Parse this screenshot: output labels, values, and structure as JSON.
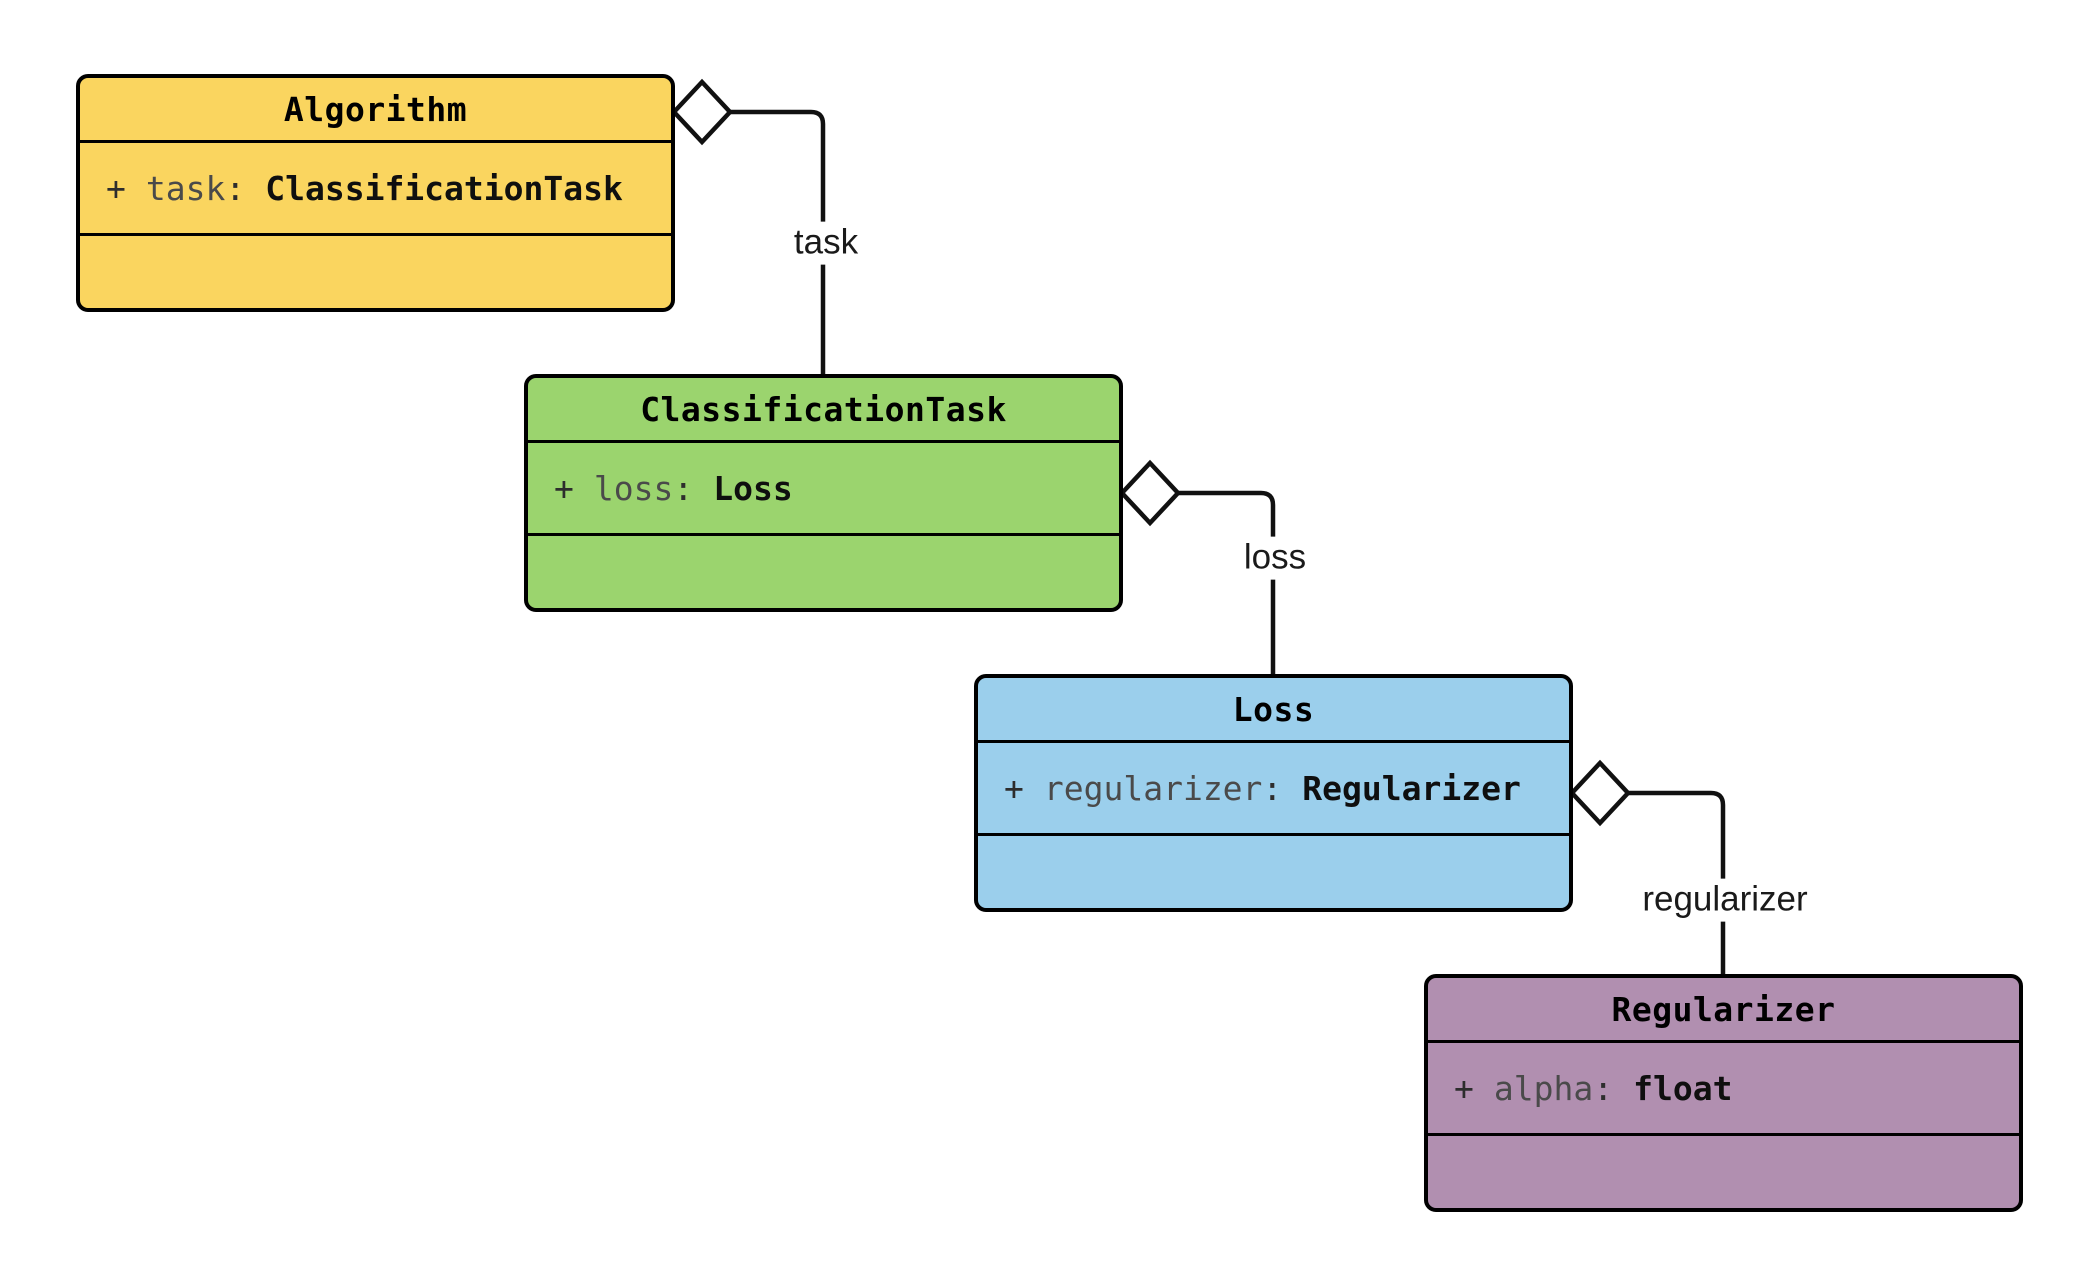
{
  "diagram": {
    "type": "uml-class-diagram",
    "attr_colon": ":",
    "classes": [
      {
        "name": "Algorithm",
        "fill": "#FAD55F",
        "attribute": {
          "visibility": "+",
          "name": "task",
          "type": "ClassificationTask"
        }
      },
      {
        "name": "ClassificationTask",
        "fill": "#9BD46E",
        "attribute": {
          "visibility": "+",
          "name": "loss",
          "type": "Loss"
        }
      },
      {
        "name": "Loss",
        "fill": "#9BCFEC",
        "attribute": {
          "visibility": "+",
          "name": "regularizer",
          "type": "Regularizer"
        }
      },
      {
        "name": "Regularizer",
        "fill": "#B18FB0",
        "attribute": {
          "visibility": "+",
          "name": "alpha",
          "type": "float"
        }
      }
    ],
    "relations": [
      {
        "from": "Algorithm",
        "to": "ClassificationTask",
        "label": "task",
        "kind": "aggregation"
      },
      {
        "from": "ClassificationTask",
        "to": "Loss",
        "label": "loss",
        "kind": "aggregation"
      },
      {
        "from": "Loss",
        "to": "Regularizer",
        "label": "regularizer",
        "kind": "aggregation"
      }
    ],
    "colors": {
      "background": "#FFFFFF",
      "border": "#000000",
      "line": "#111111",
      "label_text": "#1A1A1A",
      "attr_name_text": "#4A4A4A",
      "attr_type_text": "#0F0F0F"
    }
  }
}
